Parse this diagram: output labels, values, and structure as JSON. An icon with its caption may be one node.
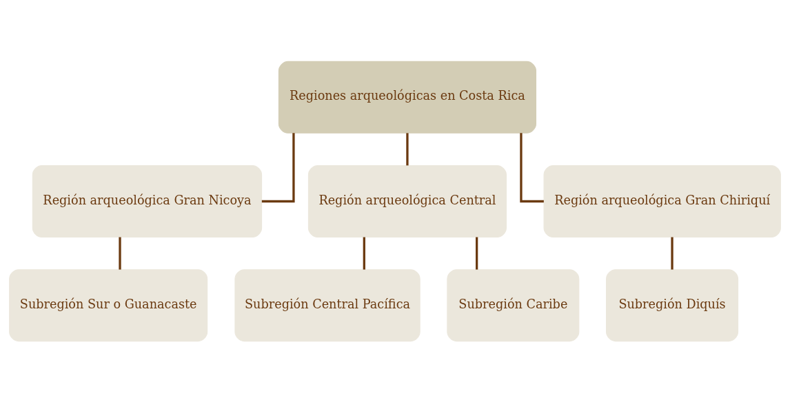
{
  "diagram": {
    "nodes": [
      {
        "text": [
          "Regiones arqueológicas en Costa Rica"
        ]
      },
      {
        "text": [
          "Región arqueológica Gran Nicoya"
        ]
      },
      {
        "text": [
          "Región arqueológica Central"
        ]
      },
      {
        "text": [
          "Región arqueológica Gran Chiriquí"
        ]
      },
      {
        "text": [
          "Subregión Sur o Guanacaste"
        ]
      },
      {
        "text": [
          "Subregión Central Pacífica"
        ]
      },
      {
        "text": [
          "Subregión Caribe"
        ]
      },
      {
        "text": [
          "Subregión Diquís"
        ]
      }
    ],
    "edges": [
      {
        "from": 0,
        "to": 1,
        "arrow": "none"
      },
      {
        "from": 0,
        "to": 2,
        "arrow": "none"
      },
      {
        "from": 0,
        "to": 3,
        "arrow": "none"
      },
      {
        "from": 1,
        "to": 4,
        "arrow": "none"
      },
      {
        "from": 2,
        "to": 5,
        "arrow": "none"
      },
      {
        "from": 2,
        "to": 6,
        "arrow": "none"
      },
      {
        "from": 3,
        "to": 7,
        "arrow": "none"
      }
    ]
  }
}
